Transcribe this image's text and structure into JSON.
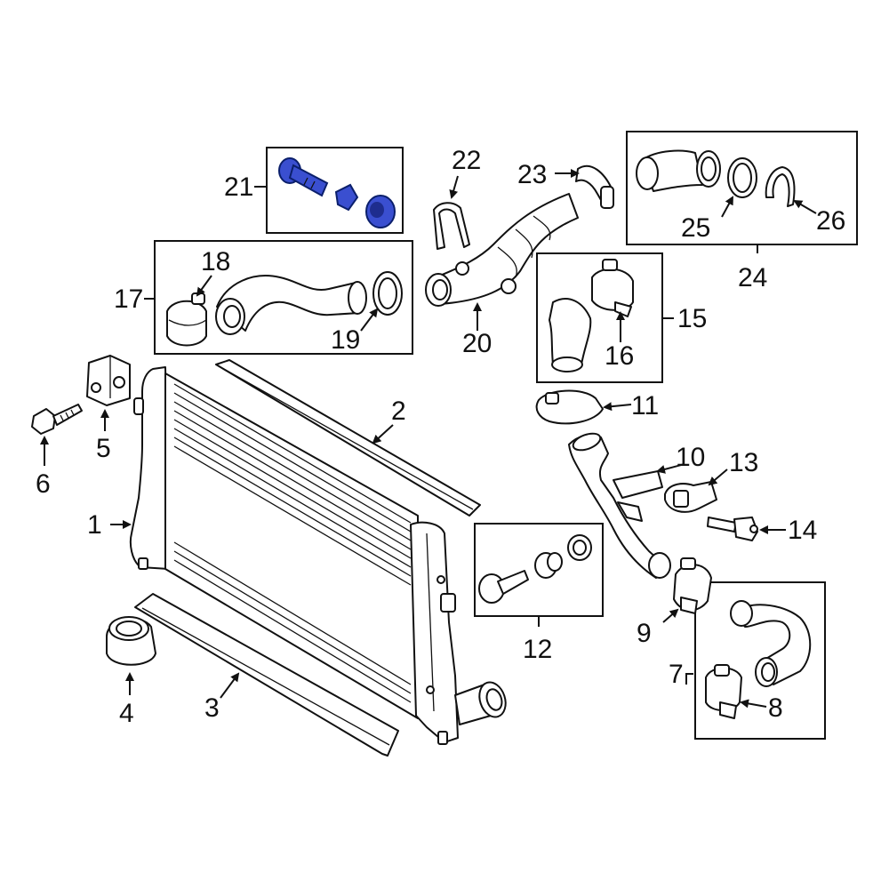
{
  "diagram": {
    "callouts": {
      "n1": "1",
      "n2": "2",
      "n3": "3",
      "n4": "4",
      "n5": "5",
      "n6": "6",
      "n7": "7",
      "n8": "8",
      "n9": "9",
      "n10": "10",
      "n11": "11",
      "n12": "12",
      "n13": "13",
      "n14": "14",
      "n15": "15",
      "n16": "16",
      "n17": "17",
      "n18": "18",
      "n19": "19",
      "n20": "20",
      "n21": "21",
      "n22": "22",
      "n23": "23",
      "n24": "24",
      "n25": "25",
      "n26": "26"
    },
    "colors": {
      "highlight_fill": "#3a4fd0",
      "highlight_stroke": "#0b1f6b",
      "line": "#111111",
      "shade": "#e9e9e9"
    }
  }
}
